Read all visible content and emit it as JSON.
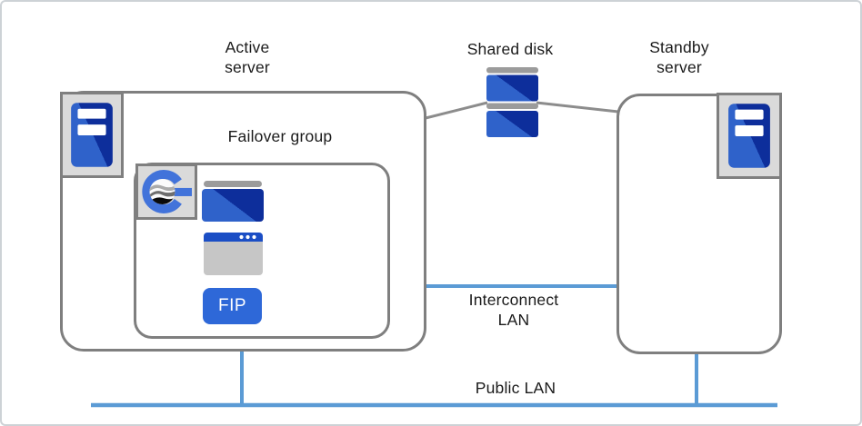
{
  "nodes": {
    "active_server": {
      "label": "Active\nserver"
    },
    "standby_server": {
      "label": "Standby\nserver"
    },
    "shared_disk": {
      "label": "Shared disk"
    },
    "failover_group": {
      "label": "Failover group",
      "items": [
        {
          "icon": "shared-disk-partition-icon",
          "label": "Shared disk\npartition"
        },
        {
          "icon": "application-window-icon",
          "label": "Application"
        },
        {
          "icon": "floating-ip-badge",
          "badge_text": "FIP",
          "label": "Floating IP"
        }
      ]
    }
  },
  "networks": {
    "interconnect_lan": {
      "label": "Interconnect\nLAN"
    },
    "public_lan": {
      "label": "Public LAN"
    }
  },
  "icons": {
    "active_server": "server-tower-icon",
    "standby_server": "server-tower-icon",
    "shared_disk": "stacked-disk-icon",
    "failover_logo": "expresscluster-g-logo-icon"
  },
  "colors": {
    "box_border_gray": "#7f7f7f",
    "lan_line_blue": "#5b9bd5",
    "icon_blue_light": "#2f62ca",
    "icon_blue_dark": "#0d2e9b",
    "fip_blue": "#2e68d8",
    "app_titlebar_blue": "#1b4ec5",
    "app_body_gray": "#c6c6c6",
    "icon_bg_gray": "#dadada",
    "disk_cap_gray": "#9b9b9b",
    "logo_blue": "#4273da",
    "text_black": "#1a1a1a"
  }
}
